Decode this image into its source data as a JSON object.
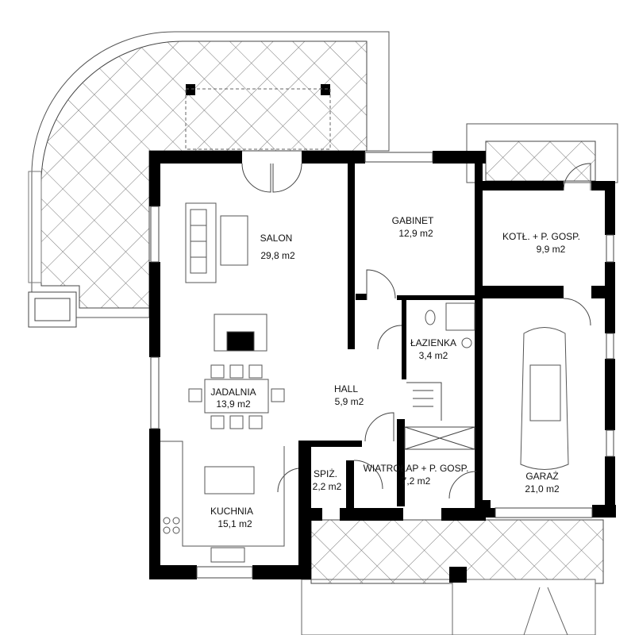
{
  "rooms": [
    {
      "name": "SALON",
      "area": "29,8 m2"
    },
    {
      "name": "GABINET",
      "area": "12,9 m2"
    },
    {
      "name": "KOTŁ. + P. GOSP.",
      "area": "9,9 m2"
    },
    {
      "name": "ŁAZIENKA",
      "area": "3,4 m2"
    },
    {
      "name": "JADALNIA",
      "area": "13,9 m2"
    },
    {
      "name": "HALL",
      "area": "5,9 m2"
    },
    {
      "name": "SPIŻ.",
      "area": "2,2 m2"
    },
    {
      "name": "WIATROŁAP + P. GOSP.",
      "area": "7,2 m2"
    },
    {
      "name": "GARAŻ",
      "area": "21,0 m2"
    },
    {
      "name": "KUCHNIA",
      "area": "15,1 m2"
    }
  ]
}
